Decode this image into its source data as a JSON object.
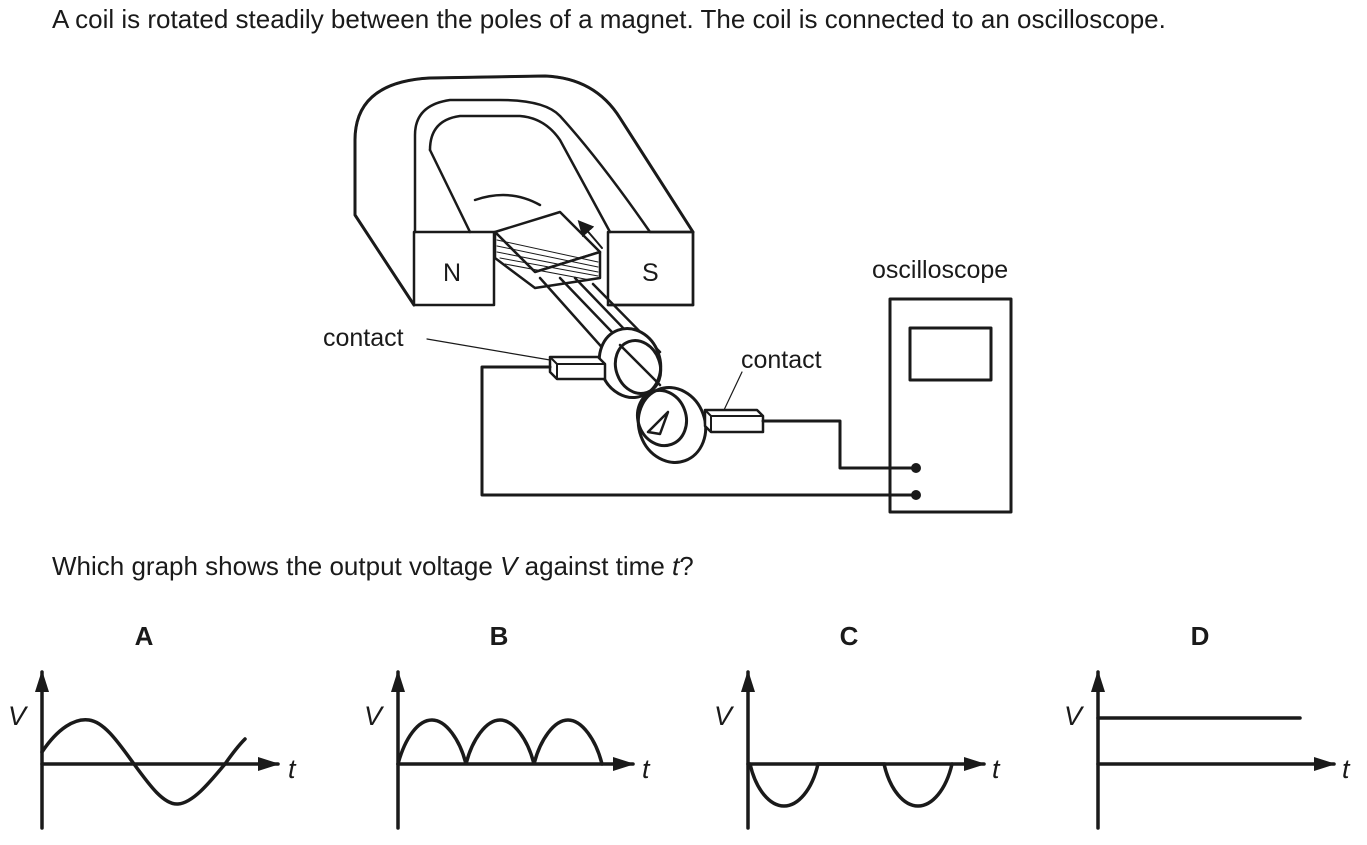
{
  "question": {
    "intro": "A coil is rotated steadily between the poles of a magnet. The coil is connected to an oscilloscope.",
    "prompt_pre": "Which graph shows the output voltage ",
    "prompt_v": "V",
    "prompt_mid": " against time ",
    "prompt_t": "t",
    "prompt_post": "?"
  },
  "diagram": {
    "pole_north": "N",
    "pole_south": "S",
    "contact_left": "contact",
    "contact_right": "contact",
    "oscilloscope": "oscilloscope"
  },
  "options": [
    {
      "letter": "A",
      "shape": "sine wave",
      "ylabel": "V",
      "xlabel": "t"
    },
    {
      "letter": "B",
      "shape": "rectified positive arches",
      "ylabel": "V",
      "xlabel": "t"
    },
    {
      "letter": "C",
      "shape": "negative half-wave dips",
      "ylabel": "V",
      "xlabel": "t"
    },
    {
      "letter": "D",
      "shape": "constant positive line",
      "ylabel": "V",
      "xlabel": "t"
    }
  ]
}
